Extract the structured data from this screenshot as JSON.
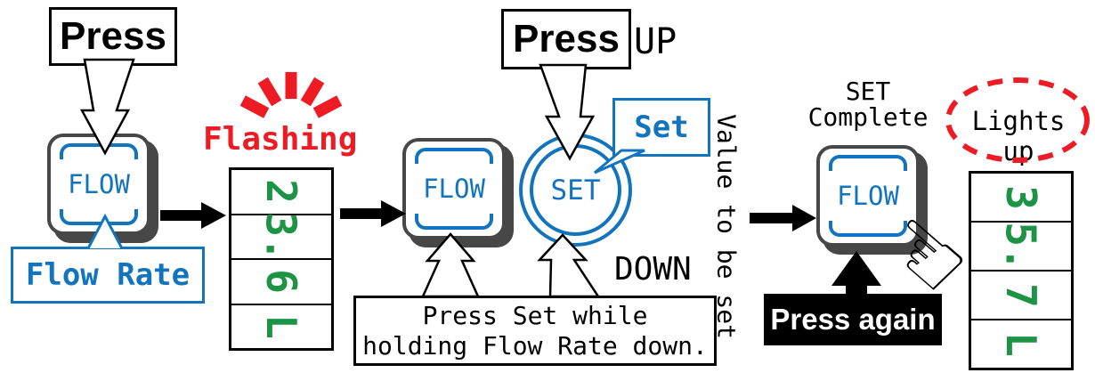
{
  "colors": {
    "accent_blue": "#1274bc",
    "digit_green": "#1d9346",
    "alert_red": "#ec1b24",
    "key_gray": "#474747"
  },
  "step1": {
    "press_label": "Press",
    "flow_button_label": "FLOW",
    "flow_button_caption": "Flow Rate"
  },
  "display1": {
    "status_label": "Flashing",
    "cells": [
      "2",
      "3.",
      "6",
      "L"
    ]
  },
  "step2": {
    "flow_button_label": "FLOW",
    "press_label": "Press",
    "up_label": "UP",
    "down_label": "DOWN",
    "set_button_label": "SET",
    "set_button_caption": "Set",
    "instruction_line1": "Press Set while",
    "instruction_line2": "holding Flow Rate down."
  },
  "transition_label": "Value to be set",
  "step3": {
    "title_line1": "SET",
    "title_line2": "Complete",
    "flow_button_label": "FLOW",
    "press_again_label": "Press again",
    "lights_up_label": "Lights up",
    "hand_glyph": "☜"
  },
  "display2": {
    "cells": [
      "3",
      "5.",
      "7",
      "L"
    ]
  }
}
